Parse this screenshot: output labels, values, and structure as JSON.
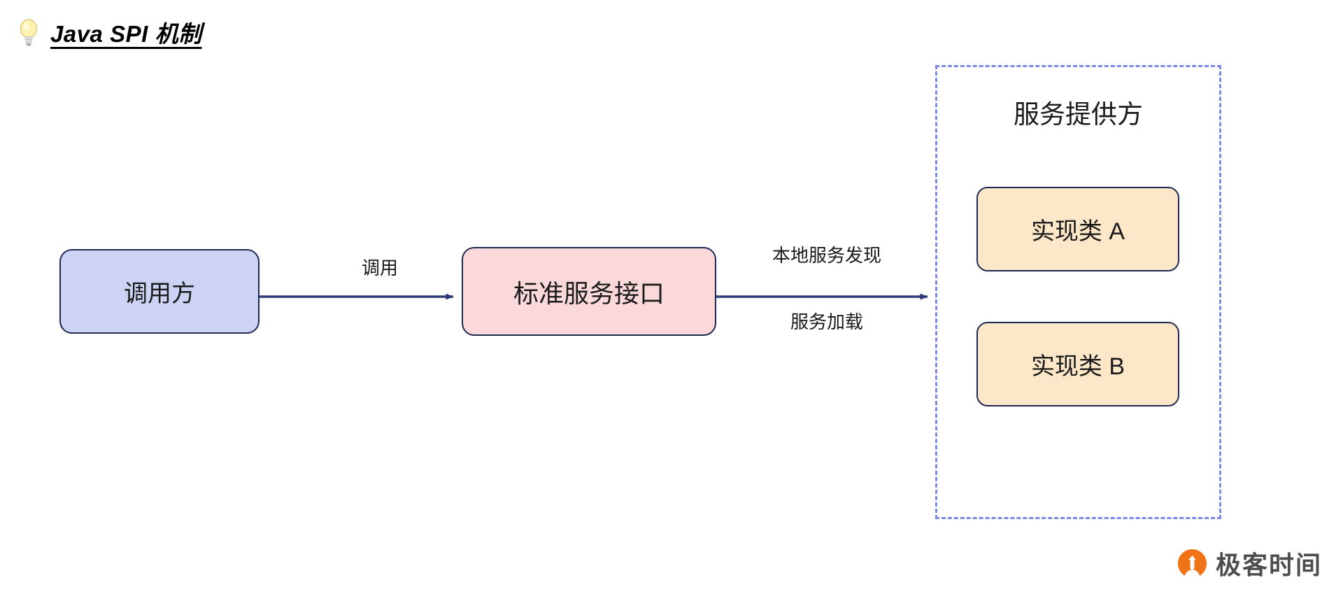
{
  "page": {
    "background_color": "#ffffff",
    "title": {
      "icon": "lightbulb-icon",
      "text": "Java SPI 机制"
    }
  },
  "colors": {
    "caller_fill": "#ccd3f5",
    "interface_fill": "#fbd9da",
    "impl_fill": "#fce7c9",
    "node_border": "#1f2a52",
    "container_border": "#7b8aea",
    "arrow": "#2b3a78",
    "watermark_orange": "#f07318",
    "watermark_text": "#4d4d4d"
  },
  "diagram": {
    "type": "flow-diagram",
    "nodes": [
      {
        "id": "caller",
        "label": "调用方",
        "shape": "rounded-rect",
        "fill": "#ccd3f5"
      },
      {
        "id": "interface",
        "label": "标准服务接口",
        "shape": "rounded-rect",
        "fill": "#fbd9da"
      },
      {
        "id": "impl_a",
        "label": "实现类 A",
        "shape": "rounded-rect",
        "fill": "#fce7c9"
      },
      {
        "id": "impl_b",
        "label": "实现类 B",
        "shape": "rounded-rect",
        "fill": "#fce7c9"
      }
    ],
    "container": {
      "id": "provider",
      "title": "服务提供方",
      "style": "dashed",
      "children": [
        "impl_a",
        "impl_b"
      ]
    },
    "edges": [
      {
        "from": "caller",
        "to": "interface",
        "label": "调用",
        "arrow": "single"
      },
      {
        "from": "interface",
        "to": "provider",
        "label_above": "本地服务发现",
        "label_below": "服务加载",
        "arrow": "single"
      }
    ]
  },
  "labels": {
    "call": "调用",
    "local_service_discovery": "本地服务发现",
    "service_loading": "服务加载"
  },
  "watermark": {
    "icon": "geektime-logo-icon",
    "text": "极客时间"
  }
}
